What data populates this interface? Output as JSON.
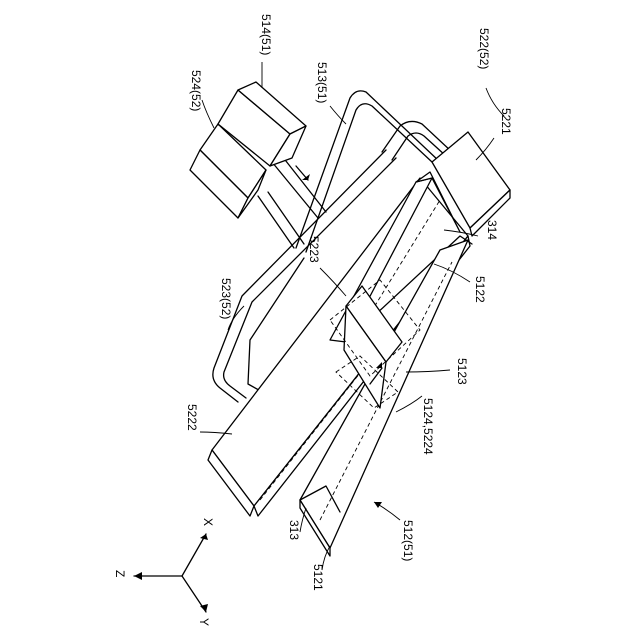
{
  "labels": {
    "l514": "514(51)",
    "l524": "524(52)",
    "l513": "513(51)",
    "l522": "522(52)",
    "l5221": "5221",
    "l314": "314",
    "l5122": "5122",
    "l523": "523(52)",
    "l5223": "5223",
    "l5123": "5123",
    "l5124": "5124,5224",
    "l5222": "5222",
    "l313": "313",
    "l5121": "5121",
    "l512": "512(51)"
  },
  "axes": {
    "x": "X",
    "y": "Y",
    "z": "Z"
  }
}
